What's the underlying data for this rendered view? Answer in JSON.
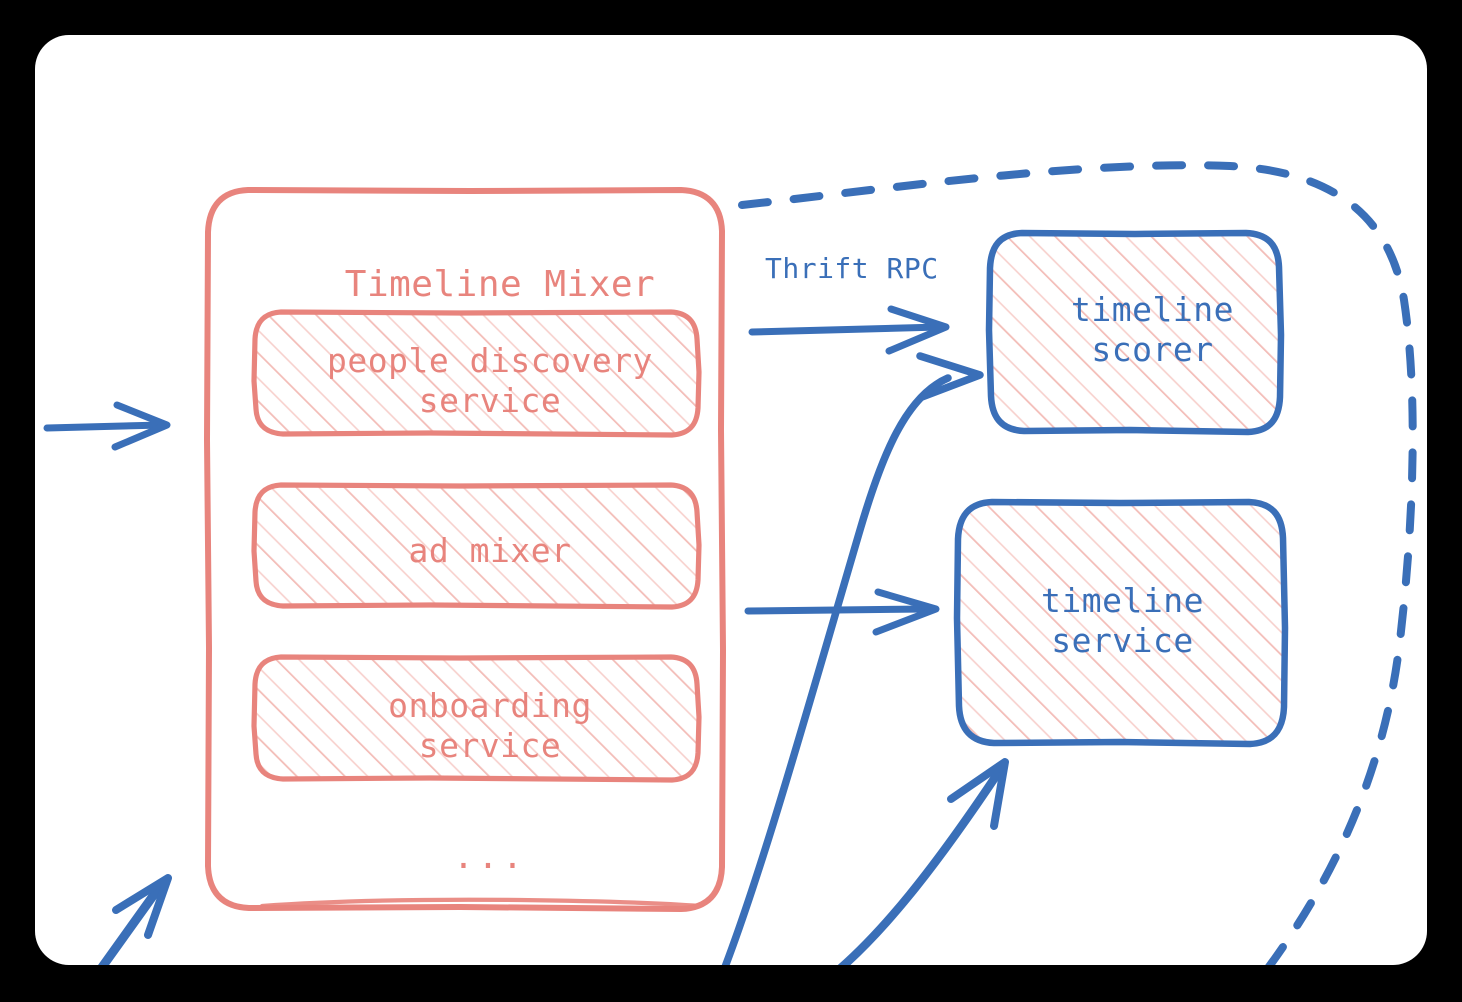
{
  "diagram": {
    "title_region": "Timeline Mixer architecture",
    "colors": {
      "pink": "#e8847d",
      "pink_hatch": "#f3bdb8",
      "blue": "#3a6fb8",
      "panel_background": "#ffffff",
      "canvas_background": "#000000"
    },
    "mixer": {
      "title": "Timeline Mixer",
      "services": [
        {
          "label": "people discovery\nservice"
        },
        {
          "label": "ad mixer"
        },
        {
          "label": "onboarding\nservice"
        }
      ],
      "ellipsis": "..."
    },
    "backends": [
      {
        "label": "timeline\nscorer",
        "name": "timeline-scorer"
      },
      {
        "label": "timeline\nservice",
        "name": "timeline-service"
      }
    ],
    "edges": [
      {
        "label": "Thrift RPC",
        "name": "thrift-rpc-label"
      }
    ],
    "boundary": {
      "style": "dashed",
      "name": "service-boundary"
    },
    "arrows": [
      {
        "name": "inbound-left-arrow"
      },
      {
        "name": "mixer-to-scorer-arrow"
      },
      {
        "name": "mixer-to-service-arrow"
      },
      {
        "name": "bottom-curved-to-scorer-arrow"
      },
      {
        "name": "bottom-to-service-arrow"
      },
      {
        "name": "inbound-bottom-left-arrow"
      }
    ]
  }
}
